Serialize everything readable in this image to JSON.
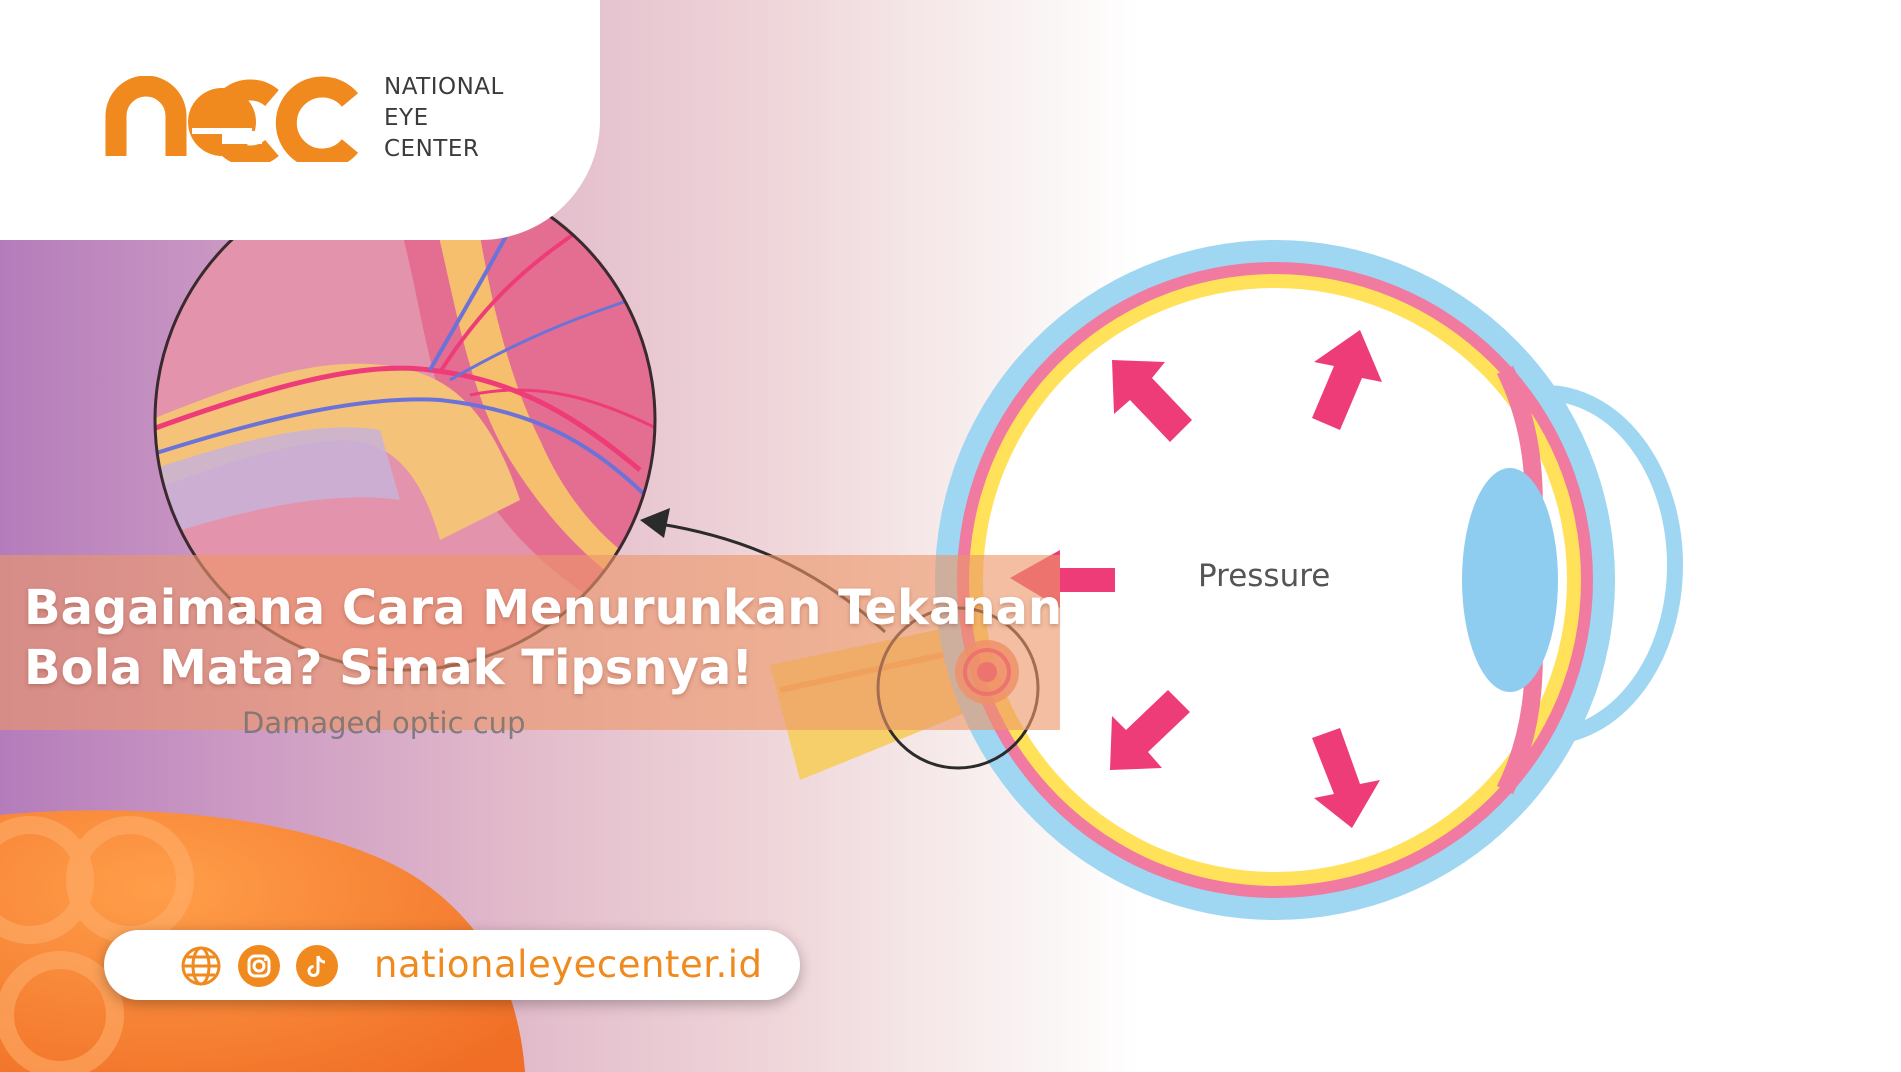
{
  "brand": {
    "logo_text": "nec",
    "name_lines": [
      "NATIONAL",
      "EYE",
      "CENTER"
    ],
    "accent_color": "#f08a1e"
  },
  "headline": {
    "line1": "Bagaimana Cara Menurunkan Tekanan",
    "line2": "Bola Mata? Simak Tipsnya!"
  },
  "illustration": {
    "pressure_label": "Pressure",
    "damaged_label": "Damaged optic cup",
    "colors": {
      "sclera": "#9fd6f2",
      "retina": "#f07aa0",
      "choroid": "#ffe15a",
      "arrow": "#ee3c78",
      "optic_nerve": "#f6c76b"
    }
  },
  "footer": {
    "icons": [
      "globe-icon",
      "instagram-icon",
      "tiktok-icon"
    ],
    "website": "nationaleyecenter.id"
  }
}
